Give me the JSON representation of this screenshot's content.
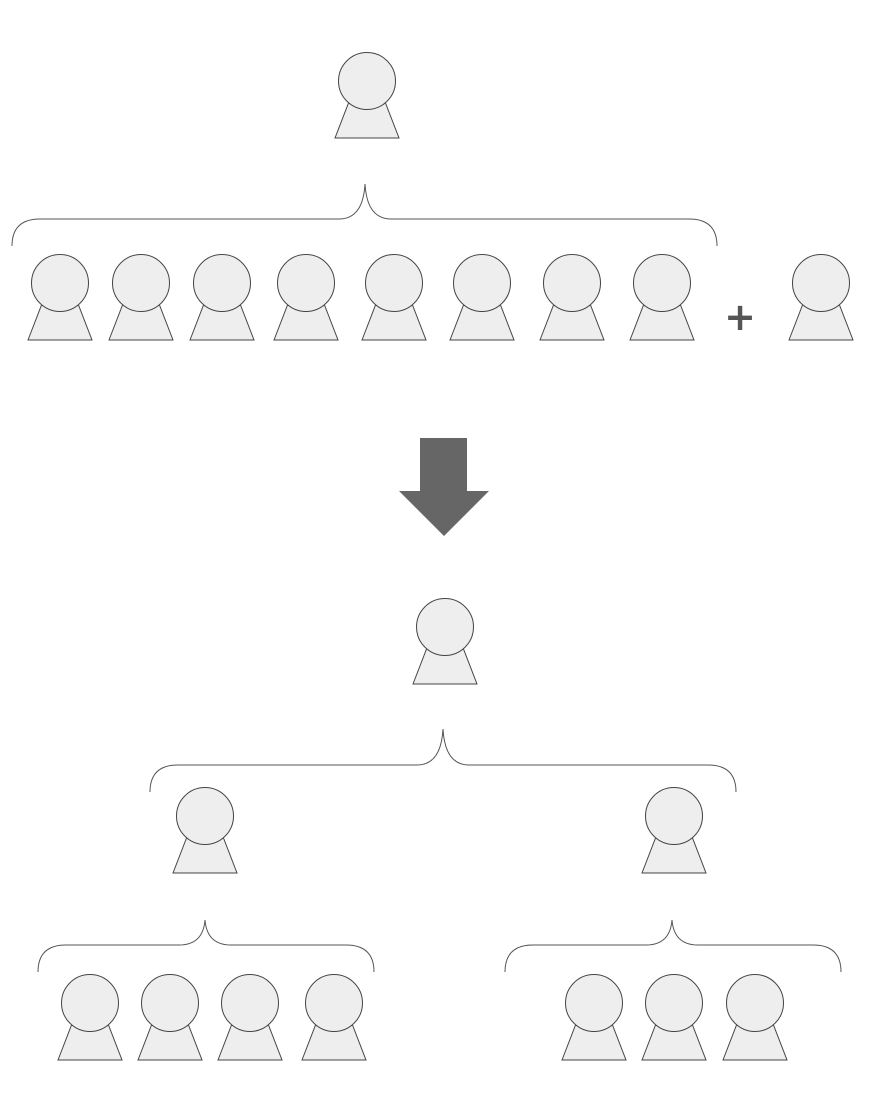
{
  "colors": {
    "figure_fill": "#eeeeee",
    "figure_stroke": "#444444",
    "brace_stroke": "#555555",
    "arrow_fill": "#666666",
    "plus_color": "#555555"
  },
  "labels": {
    "plus": "+"
  },
  "before": {
    "manager_count": 1,
    "direct_reports": 8,
    "new_hire_count": 1
  },
  "after": {
    "top_manager_count": 1,
    "sub_teams": [
      {
        "lead_count": 1,
        "members": 4
      },
      {
        "lead_count": 1,
        "members": 3
      }
    ]
  },
  "icons": {
    "person": "person-icon",
    "arrow": "down-arrow-icon",
    "brace": "curly-brace"
  }
}
